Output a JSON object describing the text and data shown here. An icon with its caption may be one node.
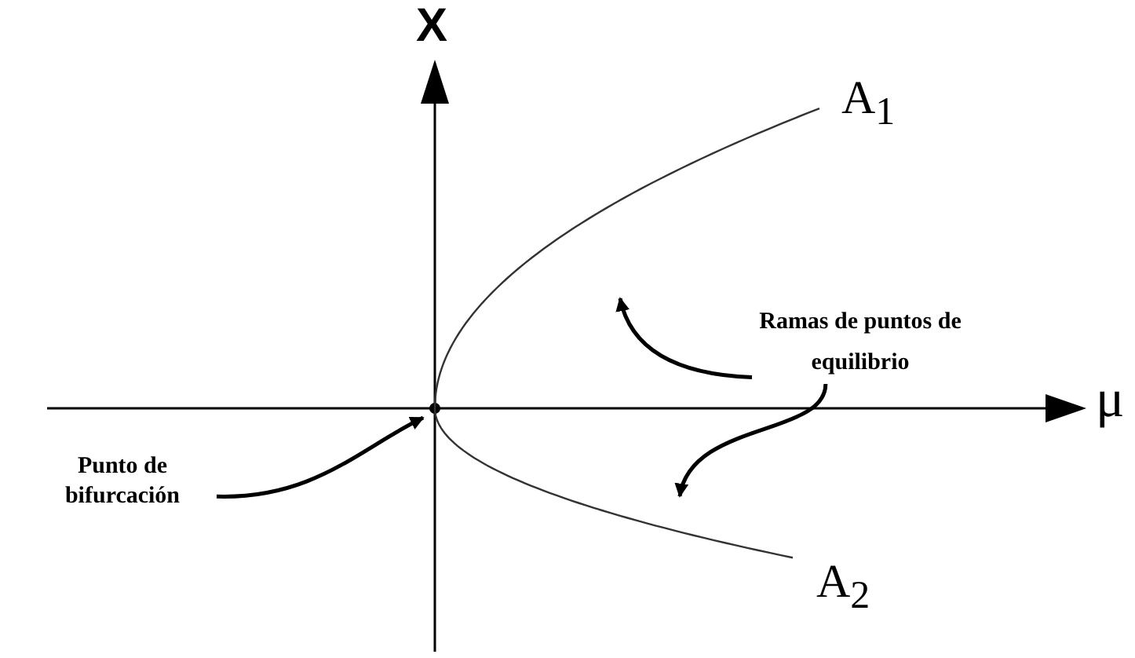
{
  "diagram": {
    "nodes": [
      {
        "text": [
          "Punto de bifurcación"
        ]
      },
      {
        "text": [],
        "shape": "circle"
      },
      {
        "text": [
          "Ramas de puntos de equilibrio"
        ]
      },
      {
        "text": [],
        "shape": "curve"
      },
      {
        "text": [],
        "shape": "curve"
      }
    ],
    "edges": [
      {
        "from": 0,
        "to": 1,
        "arrow": "to"
      },
      {
        "from": 2,
        "to": 3,
        "arrow": "to"
      },
      {
        "from": 2,
        "to": 4,
        "arrow": "to"
      }
    ],
    "labels": [
      "X",
      "μ",
      "A$_{1}$",
      "A$_{2}$"
    ]
  }
}
